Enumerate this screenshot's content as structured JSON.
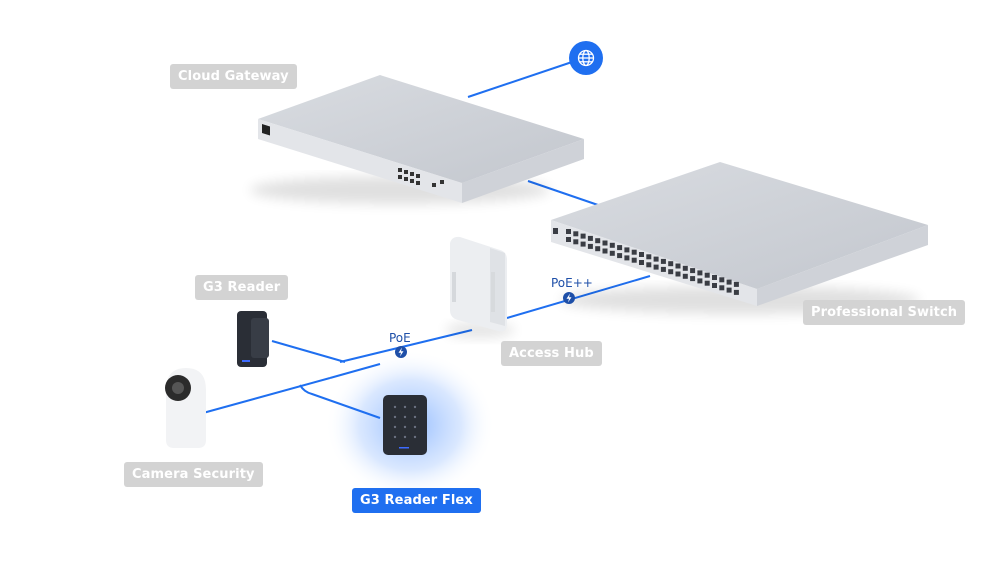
{
  "colors": {
    "accent": "#1f6ff0",
    "label_bg": "#d3d3d3",
    "label_text": "#ffffff",
    "poe_text": "#1e4fa8",
    "device_gray": "#c8ccd3",
    "device_dark": "#2a2e36"
  },
  "devices": {
    "cloud_gateway": {
      "label": "Cloud Gateway"
    },
    "professional_switch": {
      "label": "Professional Switch"
    },
    "access_hub": {
      "label": "Access Hub"
    },
    "g3_reader": {
      "label": "G3 Reader"
    },
    "camera_security": {
      "label": "Camera Security"
    },
    "g3_reader_flex": {
      "label": "G3 Reader Flex",
      "selected": true
    }
  },
  "links": {
    "switch_to_hub": {
      "label": "PoE++",
      "icon": "power-bolt-icon"
    },
    "hub_to_endpoints": {
      "label": "PoE",
      "icon": "power-bolt-icon"
    }
  },
  "internet": {
    "icon": "globe-icon"
  }
}
